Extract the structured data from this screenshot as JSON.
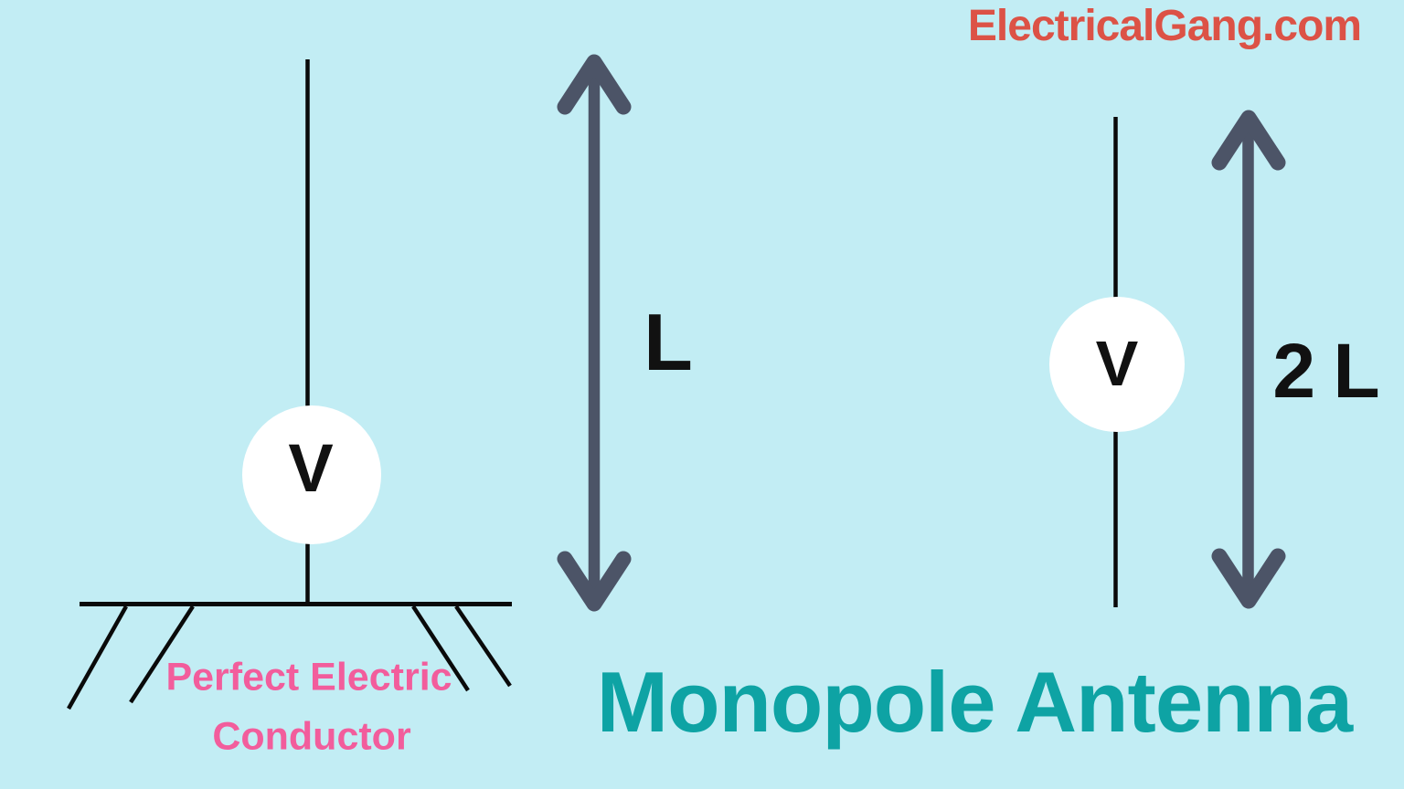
{
  "branding": {
    "site_name": "ElectricalGang.com"
  },
  "caption": {
    "title": "Monopole Antenna"
  },
  "left_antenna": {
    "source_label": "V",
    "length_label": "L",
    "ground_label_line1": "Perfect Electric",
    "ground_label_line2": "Conductor"
  },
  "right_antenna": {
    "source_label": "V",
    "length_label": "2 L"
  },
  "icons": {
    "left_length_arrow": "double-headed-vertical-arrow",
    "right_length_arrow": "double-headed-vertical-arrow",
    "ground_plane": "ground-hatch-symbol",
    "left_source": "voltage-source-circle",
    "right_source": "voltage-source-circle",
    "left_wire": "monopole-wire",
    "right_wire": "dipole-wire"
  },
  "colors": {
    "background": "#C2EDF4",
    "brand_red": "#DC5246",
    "title_teal": "#0EA3A4",
    "ground_label_pink": "#F25D9C",
    "arrow_slate": "#4C5467",
    "wire_black": "#0A0A0A",
    "source_fill": "#FFFFFF",
    "label_black": "#111111"
  }
}
